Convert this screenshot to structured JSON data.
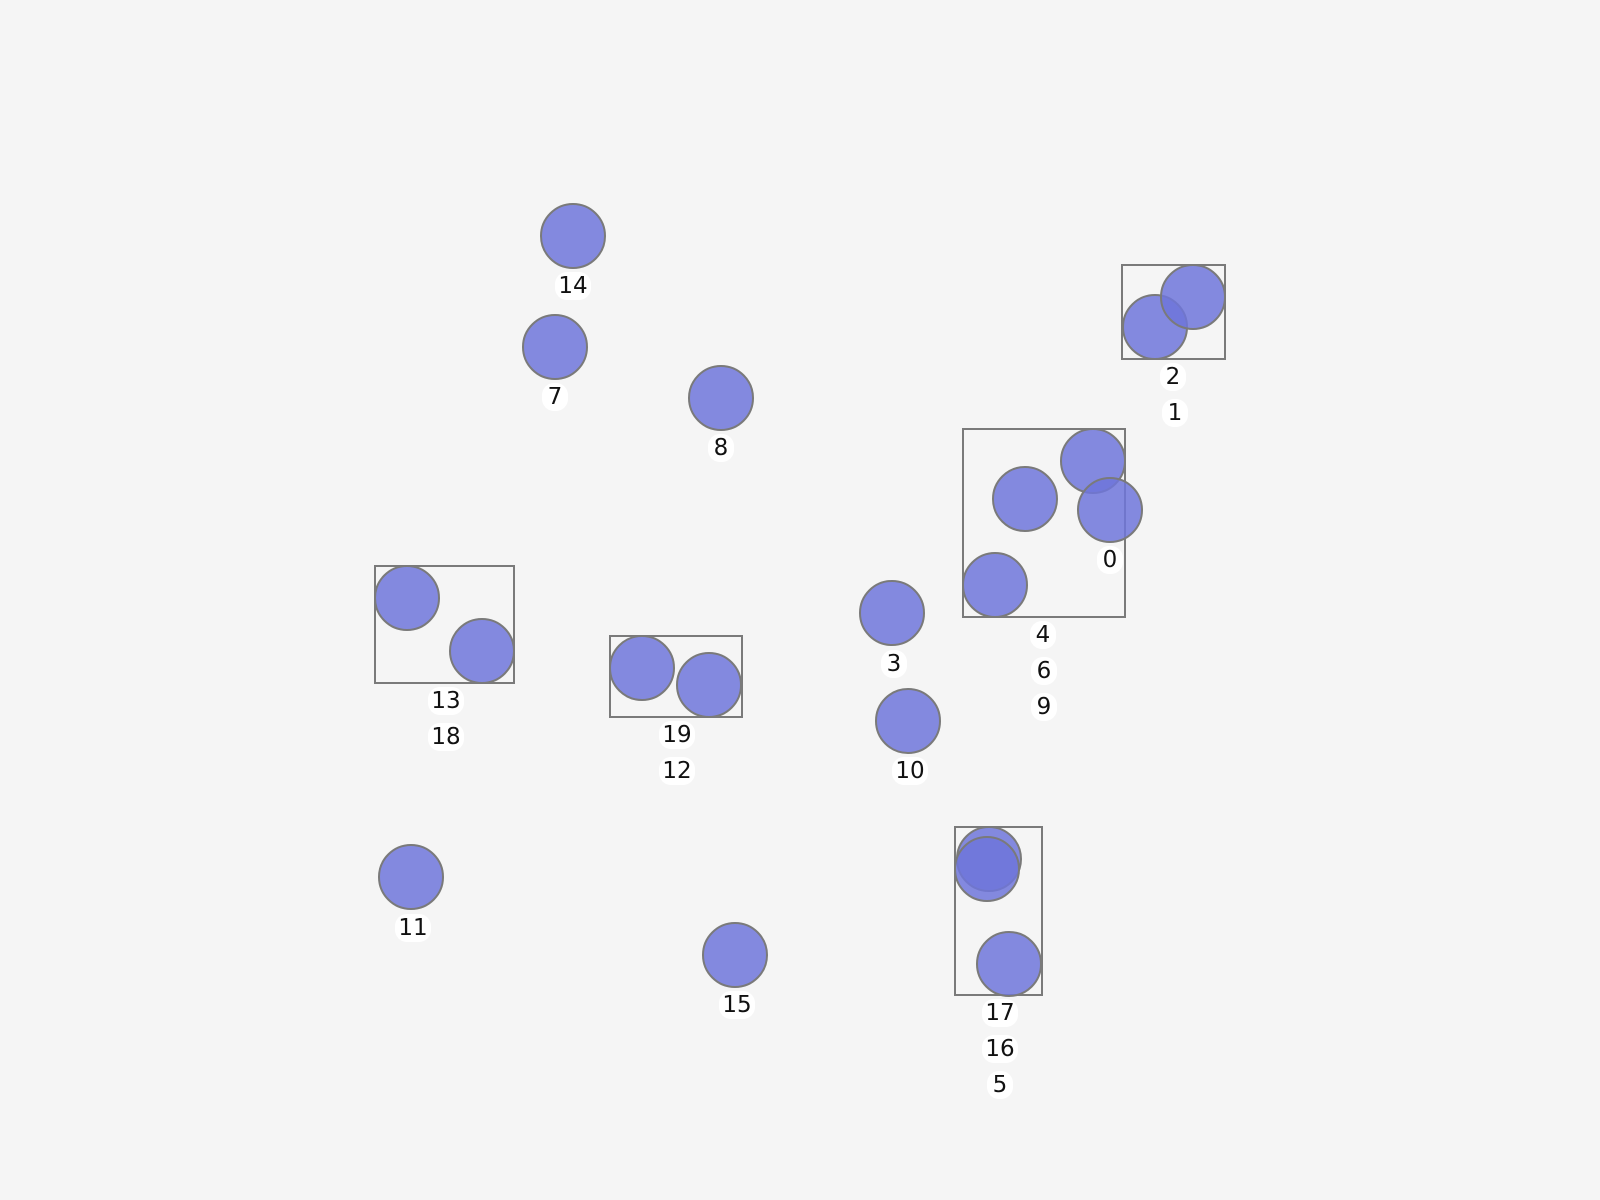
{
  "colors": {
    "background": "#f5f5f5",
    "marker_fill": "#6f76db",
    "marker_stroke": "#7a7a7a",
    "label_background": "#ffffff"
  },
  "groups": [
    {
      "id": "group-2-1",
      "labels": [
        "2",
        "1"
      ]
    },
    {
      "id": "group-4-6-9",
      "labels": [
        "4",
        "6",
        "9"
      ]
    },
    {
      "id": "group-13-18",
      "labels": [
        "13",
        "18"
      ]
    },
    {
      "id": "group-19-12",
      "labels": [
        "19",
        "12"
      ]
    },
    {
      "id": "group-17-16-5",
      "labels": [
        "17",
        "16",
        "5"
      ]
    }
  ],
  "nodes": [
    {
      "id": "14",
      "label": "14"
    },
    {
      "id": "7",
      "label": "7"
    },
    {
      "id": "8",
      "label": "8"
    },
    {
      "id": "0",
      "label": "0"
    },
    {
      "id": "3",
      "label": "3"
    },
    {
      "id": "10",
      "label": "10"
    },
    {
      "id": "11",
      "label": "11"
    },
    {
      "id": "15",
      "label": "15"
    }
  ]
}
